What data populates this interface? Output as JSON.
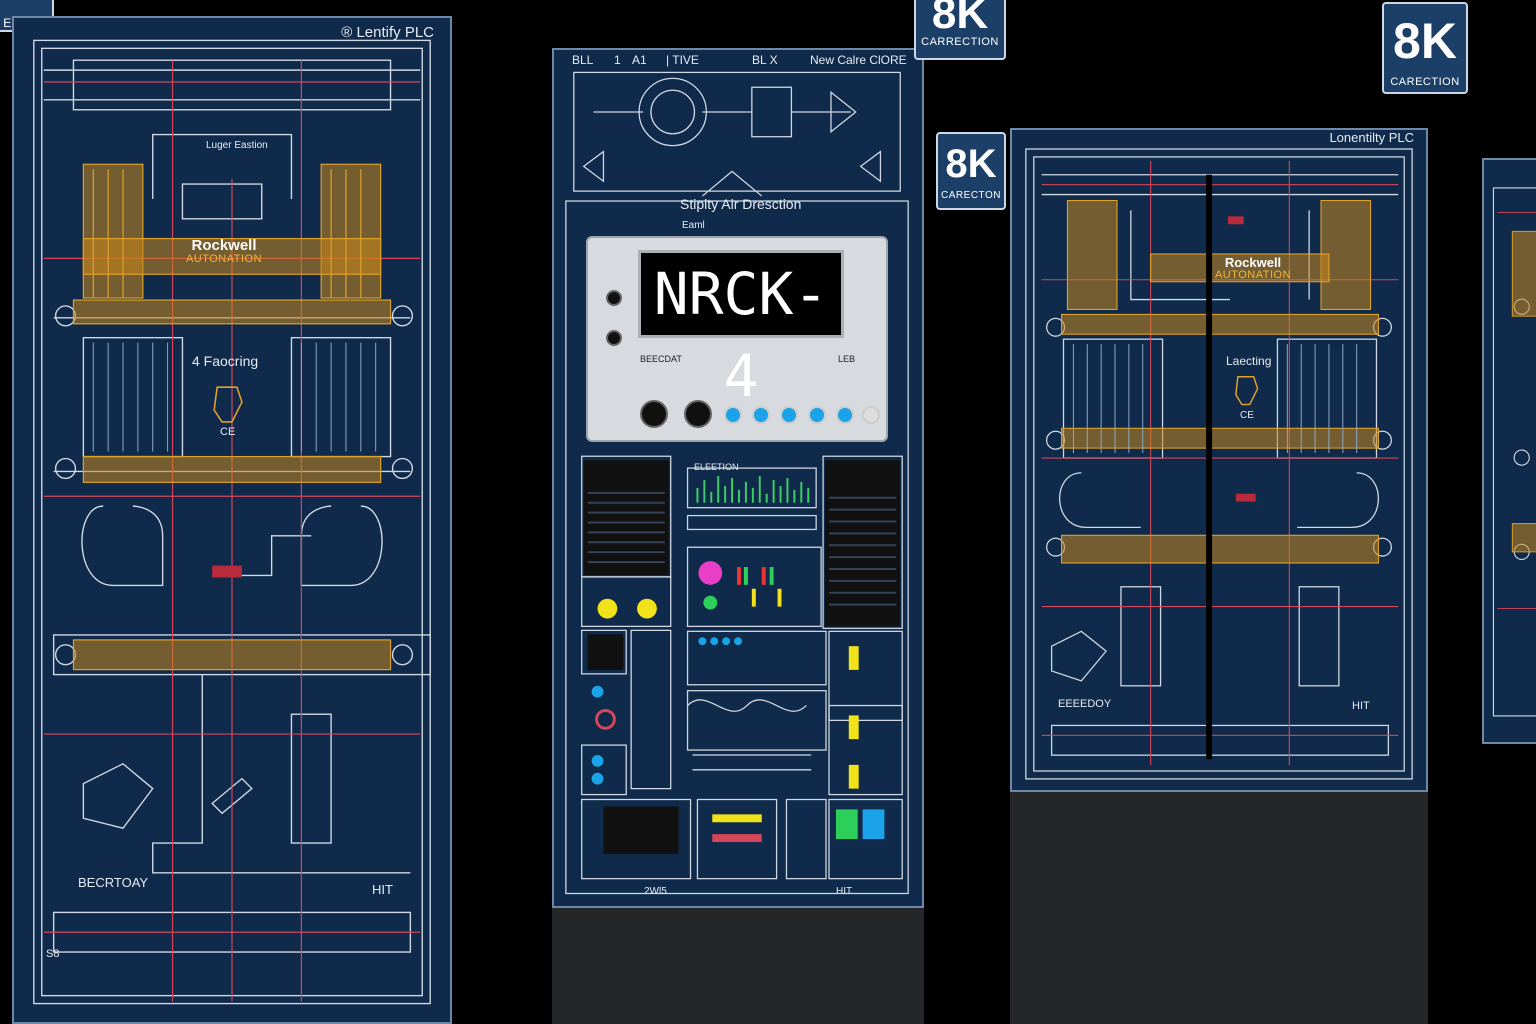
{
  "colors": {
    "background": "#000000",
    "panel": "#0f2a4a",
    "line": "#cfd8e3",
    "accent_yellow": "#e0a12b",
    "accent_red": "#d6465a"
  },
  "top_left_tag": "ESTON",
  "panel_left": {
    "brand": "® Lentify PLC",
    "title": "Luger Eastion",
    "rockwell": "Rockwell",
    "automation": "AUTONATION",
    "feature": "4 Faocring",
    "ce": "CE",
    "bottom_left": "BECRTOAY",
    "bottom_right": "HIT",
    "s8": "S8"
  },
  "panel_center": {
    "header_labels": [
      "BLL",
      "1",
      "A1",
      "| TIVE",
      "BL X",
      "New Calre ClORE"
    ],
    "section_title": "Stiplty Alr Dresction",
    "sub_label": "Eaml",
    "plc_display": "NRCK-4",
    "plc_model": "BEECDAT",
    "plc_tag": "LEB",
    "panel_label": "ELEETION",
    "bottom_label": "2Wl5",
    "bottom_right_label": "HIT"
  },
  "badge_top_center": {
    "big": "8K",
    "small": "CARRECTION"
  },
  "badge_mid": {
    "big": "8K",
    "small": "CARECTON"
  },
  "badge_top_right": {
    "big": "8K",
    "small": "CARECTION"
  },
  "panel_right": {
    "brand": "Lonentilty PLC",
    "rockwell": "Rockwell",
    "automation": "AUTONATION",
    "feature": "Laecting",
    "ce": "CE",
    "bottom_left": "EEEEDOY",
    "bottom_right": "HIT"
  }
}
